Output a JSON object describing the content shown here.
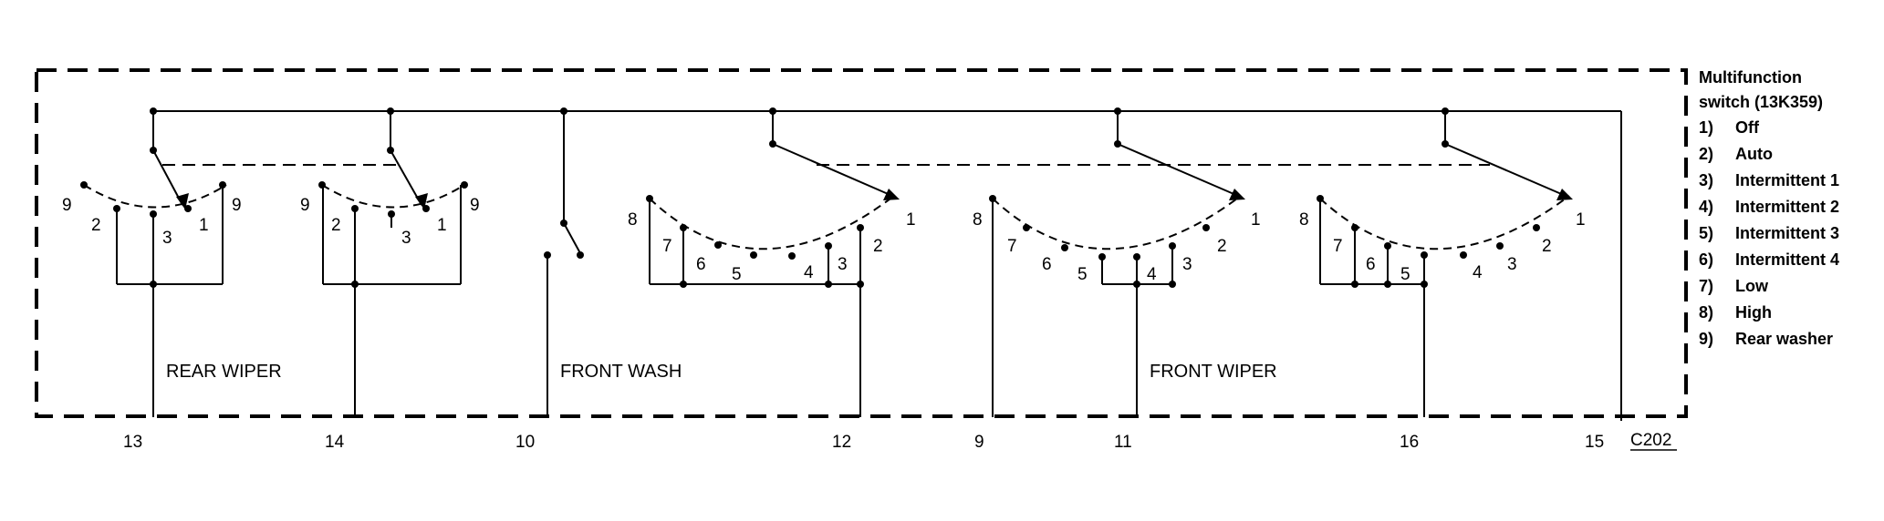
{
  "legend": {
    "title_line1": "Multifunction",
    "title_line2": "switch (13K359)",
    "items": [
      {
        "num": "1)",
        "text": "Off"
      },
      {
        "num": "2)",
        "text": "Auto"
      },
      {
        "num": "3)",
        "text": "Intermittent 1"
      },
      {
        "num": "4)",
        "text": "Intermittent 2"
      },
      {
        "num": "5)",
        "text": "Intermittent 3"
      },
      {
        "num": "6)",
        "text": "Intermittent 4"
      },
      {
        "num": "7)",
        "text": "Low"
      },
      {
        "num": "8)",
        "text": "High"
      },
      {
        "num": "9)",
        "text": "Rear washer"
      }
    ]
  },
  "labels": {
    "rear_wiper": "REAR WIPER",
    "front_wash": "FRONT WASH",
    "front_wiper": "FRONT WIPER"
  },
  "connector": "C202",
  "pins": [
    "13",
    "14",
    "10",
    "12",
    "9",
    "11",
    "16",
    "15"
  ],
  "positions": {
    "p1": "1",
    "p2": "2",
    "p3": "3",
    "p4": "4",
    "p5": "5",
    "p6": "6",
    "p7": "7",
    "p8": "8",
    "p9": "9"
  }
}
